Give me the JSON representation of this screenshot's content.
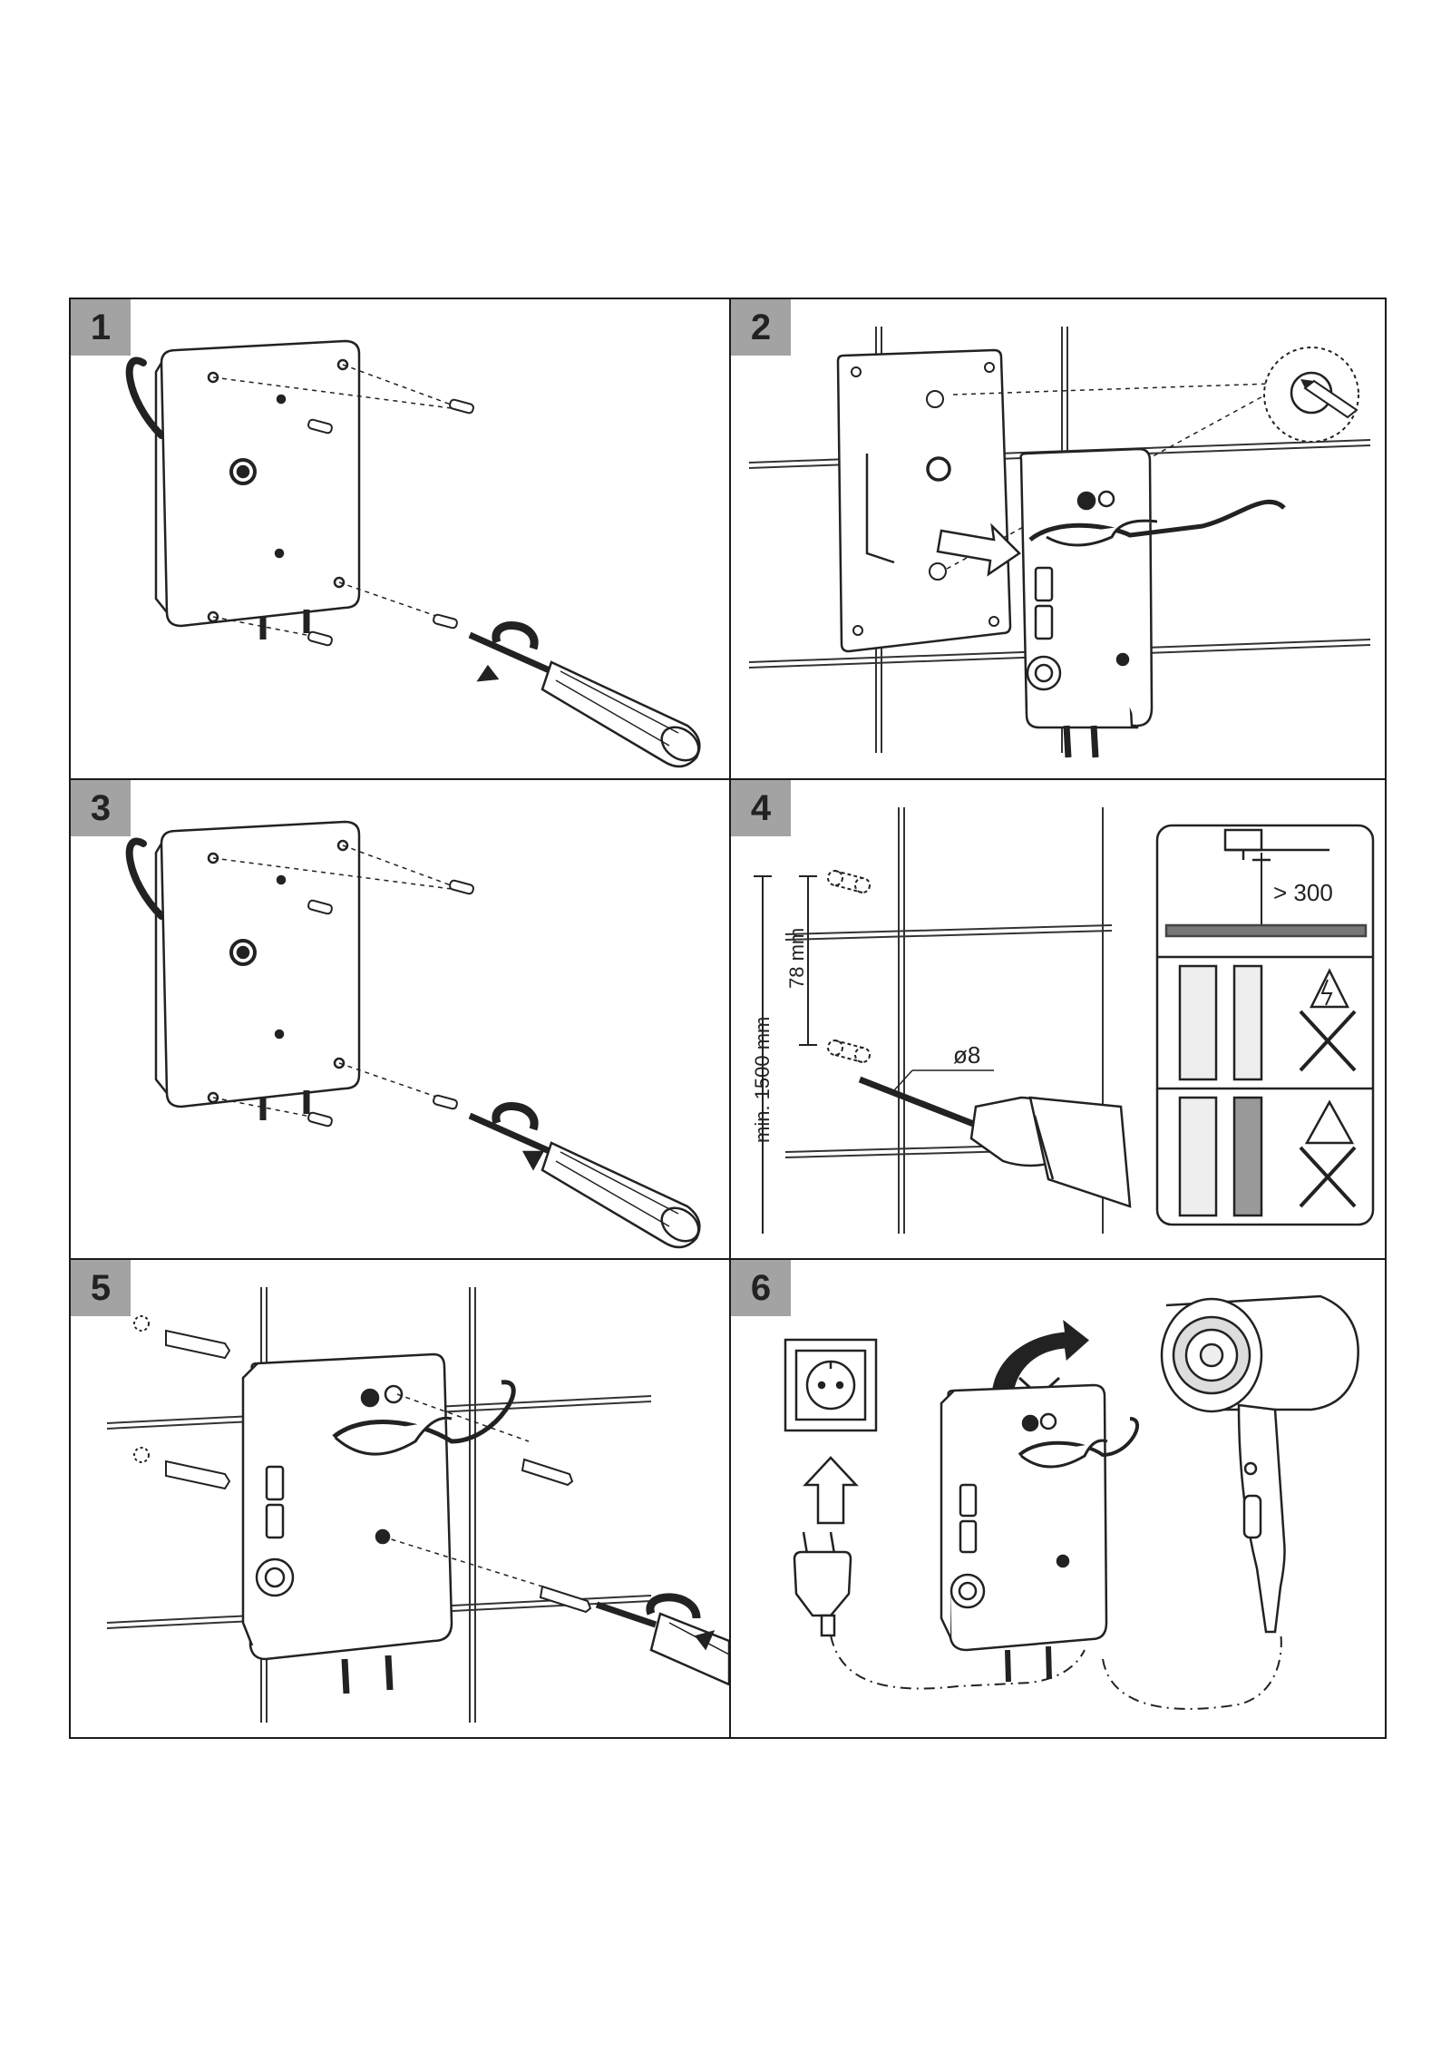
{
  "steps": [
    {
      "number": "1"
    },
    {
      "number": "2"
    },
    {
      "number": "3"
    },
    {
      "number": "4"
    },
    {
      "number": "5"
    },
    {
      "number": "6"
    }
  ],
  "step4": {
    "min_height_label": "min. 1500 mm",
    "hole_spacing_label": "78 mm",
    "drill_diameter_label": "ø8",
    "ceiling_clearance_label": "> 300"
  },
  "colors": {
    "badge": "#a3a3a3",
    "line": "#1a1a1a",
    "background": "#ffffff"
  },
  "icons": [
    "screwdriver-icon",
    "drill-icon",
    "pencil-icon",
    "electric-hazard-icon",
    "water-pipe-hazard-icon",
    "wall-socket-icon",
    "plug-icon",
    "hair-dryer-icon",
    "arrow-up-icon",
    "arrow-right-icon",
    "curved-arrow-icon"
  ]
}
